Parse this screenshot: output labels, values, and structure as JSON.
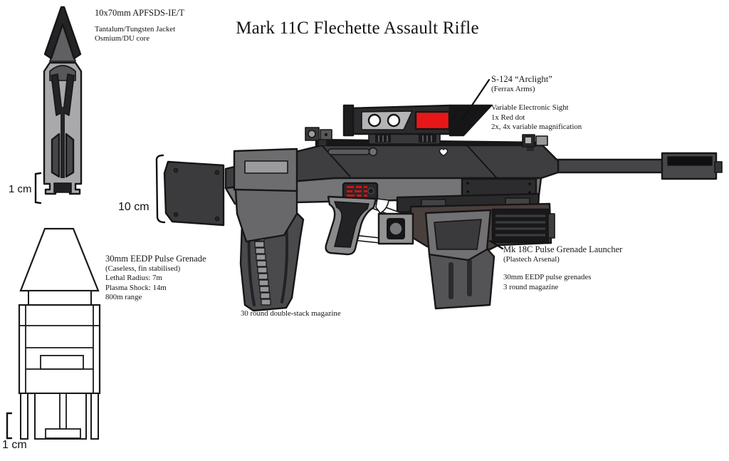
{
  "title": "Mark 11C Flechette Assault Rifle",
  "colors": {
    "red": "#e81717",
    "red-mark": "#cf1414",
    "gray-darkest": "#19191b",
    "gray-dark": "#3d3d3f",
    "gray-mid": "#757578",
    "gray-light": "#9b9b9d",
    "gray-lighter": "#b4b4b6",
    "steel": "#4a4a4d",
    "brown": "#493f3c",
    "case": "#a9a9ab"
  },
  "labels": {
    "cartridge": {
      "title": "10x70mm APFSDS-IE/T",
      "line1": "Tantalum/Tungsten Jacket",
      "line2": "Osmium/DU core",
      "scale": "1 cm"
    },
    "rifle": {
      "scale": "10 cm"
    },
    "sight": {
      "title": "S-124 “Arclight”",
      "maker": "(Ferrax Arms)",
      "line1": "Variable Electronic Sight",
      "line2": "1x Red dot",
      "line3": "2x, 4x variable magnification"
    },
    "launcher": {
      "title": "Mk 18C Pulse Grenade Launcher",
      "maker": "(Plastech Arsenal)",
      "line1": "30mm EEDP pulse grenades",
      "line2": "3 round magazine"
    },
    "magazine": {
      "caption": "30 round double-stack magazine"
    },
    "grenade": {
      "title": "30mm EEDP Pulse Grenade",
      "line1": "(Caseless, fin stabilised)",
      "line2": "Lethal Radius: 7m",
      "line3": "Plasma Shock: 14m",
      "line4": "800m range",
      "scale": "1 cm"
    }
  }
}
